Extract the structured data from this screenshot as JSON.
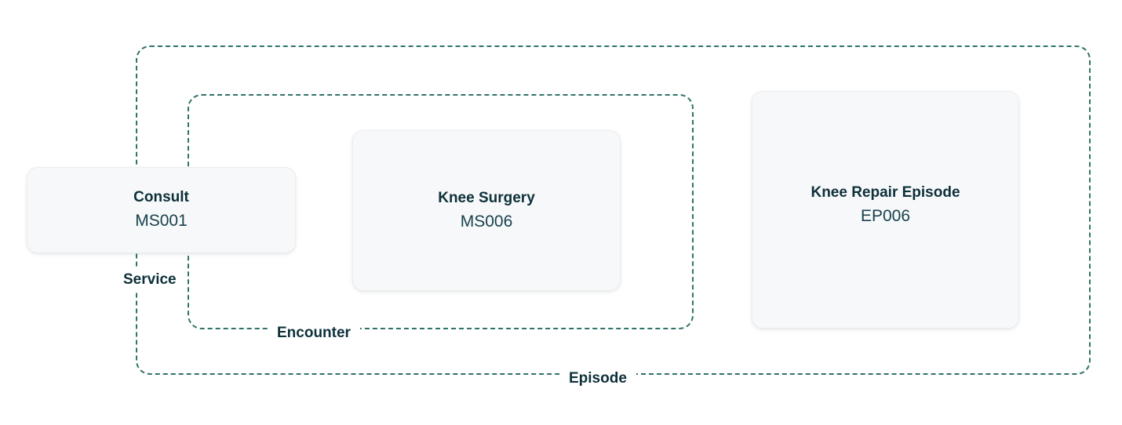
{
  "diagram": {
    "type": "nested-grouping-diagram",
    "accent_color": "#2f7368",
    "text_color": "#0d3039",
    "card_fill": "#f7f8fa",
    "background": "#ffffff",
    "groups": [
      {
        "id": "episode-box",
        "label": "Episode",
        "contains": [
          "service-box",
          "encounter-box",
          "card-knee-repair-episode"
        ]
      },
      {
        "id": "encounter-box",
        "label": "Encounter",
        "contains": [
          "card-consult",
          "card-knee-surgery"
        ]
      },
      {
        "id": "service-box",
        "label": "Service",
        "contains": [
          "card-consult"
        ]
      }
    ],
    "cards": [
      {
        "id": "card-consult",
        "title": "Consult",
        "subtitle": "MS001"
      },
      {
        "id": "card-knee-surgery",
        "title": "Knee Surgery",
        "subtitle": "MS006"
      },
      {
        "id": "card-knee-repair-episode",
        "title": "Knee Repair Episode",
        "subtitle": "EP006"
      }
    ],
    "labels": {
      "service": "Service",
      "encounter": "Encounter",
      "episode": "Episode"
    }
  }
}
